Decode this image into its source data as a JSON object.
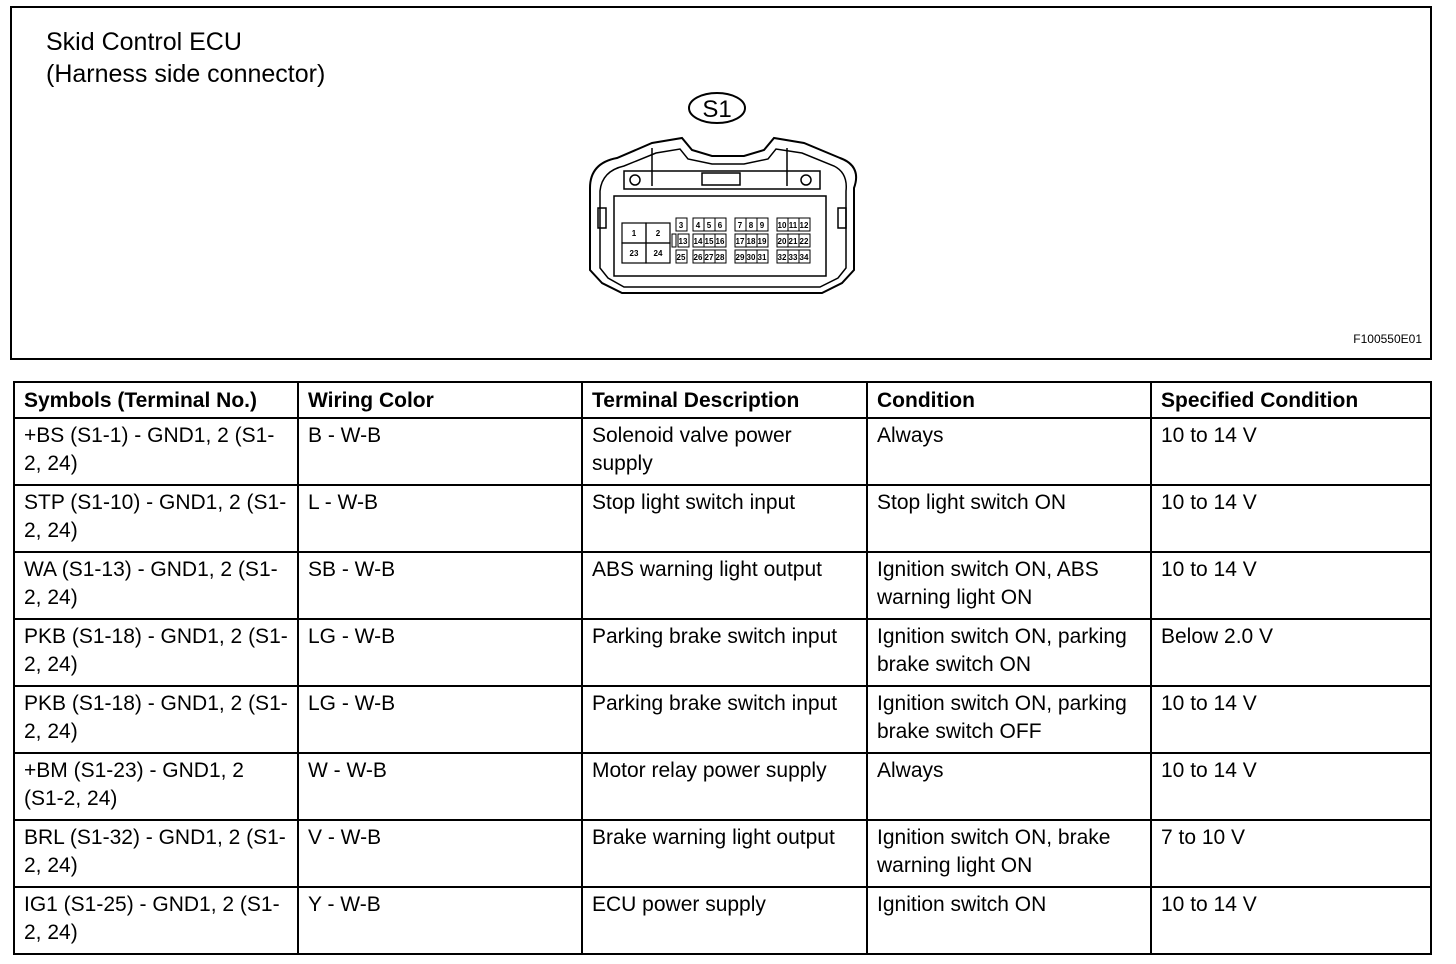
{
  "diagram": {
    "title_line1": "Skid Control ECU",
    "title_line2": "(Harness side connector)",
    "connector_label": "S1",
    "figure_code": "F100550E01",
    "pins": [
      "1",
      "2",
      "23",
      "24",
      "3",
      "4",
      "5",
      "6",
      "7",
      "8",
      "9",
      "10",
      "11",
      "12",
      "13",
      "14",
      "15",
      "16",
      "17",
      "18",
      "19",
      "20",
      "21",
      "22",
      "25",
      "26",
      "27",
      "28",
      "29",
      "30",
      "31",
      "32",
      "33",
      "34"
    ]
  },
  "table": {
    "headers": [
      "Symbols (Terminal No.)",
      "Wiring Color",
      "Terminal Description",
      "Condition",
      "Specified Condition"
    ],
    "rows": [
      [
        "+BS (S1-1) - GND1, 2 (S1-2, 24)",
        "B - W-B",
        "Solenoid valve power supply",
        "Always",
        "10 to 14 V"
      ],
      [
        "STP (S1-10) - GND1, 2 (S1-2, 24)",
        "L - W-B",
        "Stop light switch input",
        "Stop light switch ON",
        "10 to 14 V"
      ],
      [
        "WA (S1-13) - GND1, 2 (S1-2, 24)",
        "SB - W-B",
        "ABS warning light output",
        "Ignition switch ON, ABS warning light ON",
        "10 to 14 V"
      ],
      [
        "PKB (S1-18) - GND1, 2 (S1-2, 24)",
        "LG - W-B",
        "Parking brake switch input",
        "Ignition switch ON, parking brake switch ON",
        "Below 2.0 V"
      ],
      [
        "PKB (S1-18) - GND1, 2 (S1-2, 24)",
        "LG - W-B",
        "Parking brake switch input",
        "Ignition switch ON, parking brake switch OFF",
        "10 to 14 V"
      ],
      [
        "+BM (S1-23) - GND1, 2 (S1-2, 24)",
        "W - W-B",
        "Motor relay power supply",
        "Always",
        "10 to 14 V"
      ],
      [
        "BRL (S1-32) - GND1, 2 (S1-2, 24)",
        "V - W-B",
        "Brake warning light output",
        "Ignition switch ON, brake warning light ON",
        "7 to 10 V"
      ],
      [
        "IG1 (S1-25) - GND1, 2 (S1-2, 24)",
        "Y - W-B",
        "ECU power supply",
        "Ignition switch ON",
        "10 to 14 V"
      ]
    ]
  }
}
